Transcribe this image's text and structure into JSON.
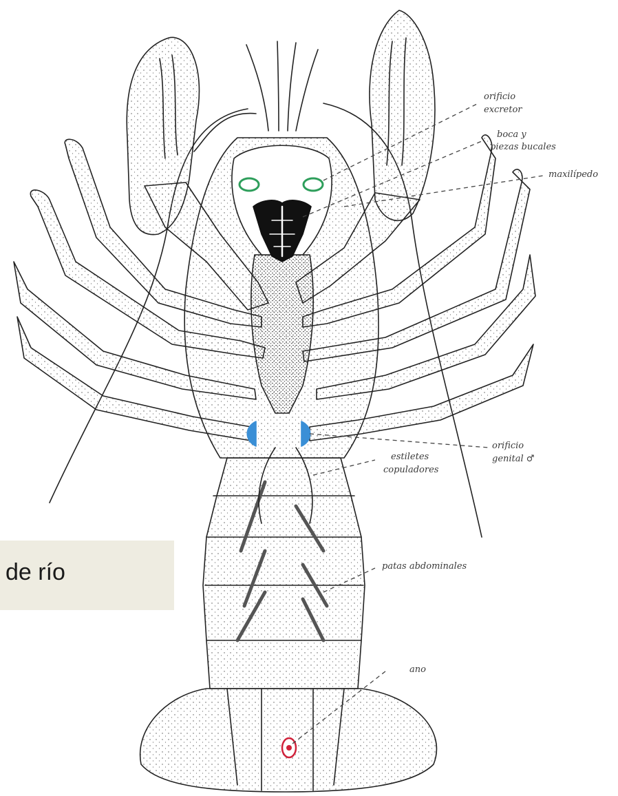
{
  "figure": {
    "labels": {
      "orificio_excretor_1": "orificio",
      "orificio_excretor_2": "excretor",
      "boca_1": "boca y",
      "boca_2": "piezas bucales",
      "maxilipedo": "maxilípedo",
      "orificio_genital_1": "orificio",
      "orificio_genital_2": "genital ♂",
      "estiletes_1": "estiletes",
      "estiletes_2": "copuladores",
      "patas_abdominales": "patas abdominales",
      "ano": "ano"
    },
    "highlight_colors": {
      "excretory_pores": "#2e9e5b",
      "genital_pores": "#3a8fd6",
      "anus": "#d0213a",
      "mouth": "#111111"
    }
  },
  "caption": {
    "text": "de río"
  }
}
